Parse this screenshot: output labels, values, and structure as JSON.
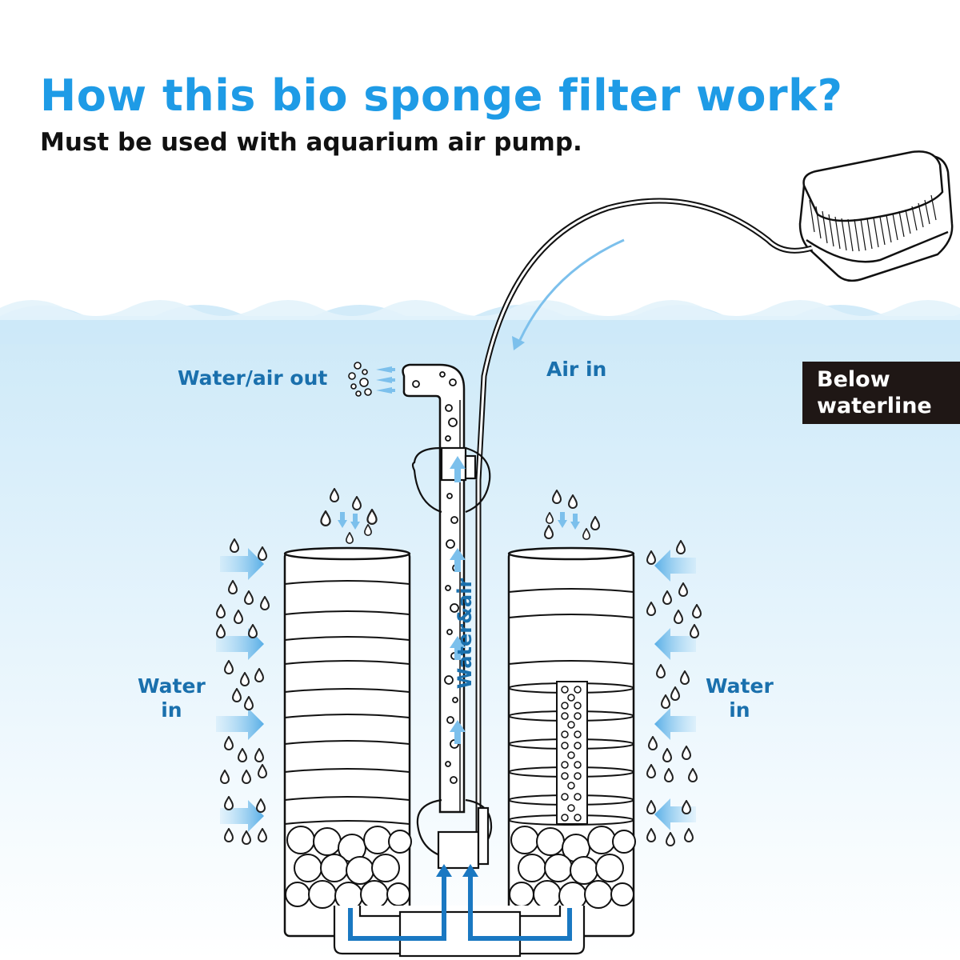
{
  "header": {
    "title": "How this bio sponge filter work?",
    "subtitle": "Must be used with aquarium air pump."
  },
  "labels": {
    "water_air_out": "Water/air out",
    "air_in": "Air in",
    "water_air": "Water&air",
    "water_in_left": [
      "Water",
      "in"
    ],
    "water_in_right": [
      "Water",
      "in"
    ]
  },
  "badge": {
    "lines": [
      "Below",
      "waterline"
    ]
  },
  "colors": {
    "title_blue": "#1e9be6",
    "label_blue": "#1a70ad",
    "arrow_blue": "#7cc0ec",
    "pipe_blue": "#1a78c2",
    "water_top": "#bfe3f7",
    "water_bottom": "#ffffff",
    "badge_bg": "#1f1715"
  },
  "illustration": {
    "items": [
      "air-pump",
      "air-tube",
      "lift-tube",
      "suction-cup",
      "left-sponge",
      "right-sponge",
      "ceramic-media",
      "base-manifold"
    ]
  }
}
